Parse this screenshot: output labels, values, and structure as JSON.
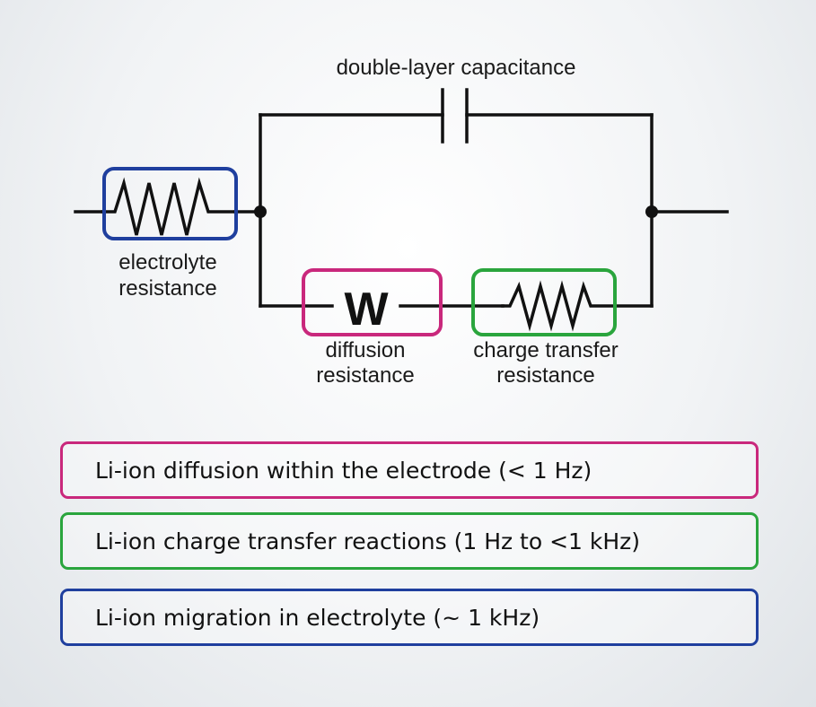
{
  "diagram": {
    "labels": {
      "capacitance": "double-layer capacitance",
      "electrolyte_line1": "electrolyte",
      "electrolyte_line2": "resistance",
      "diffusion_line1": "diffusion",
      "diffusion_line2": "resistance",
      "charge_line1": "charge transfer",
      "charge_line2": "resistance",
      "warburg_symbol": "W"
    },
    "colors": {
      "electrolyte": "#1f3f9e",
      "diffusion": "#c9287c",
      "charge_transfer": "#2aa53d",
      "wire": "#111111"
    }
  },
  "legend": {
    "diffusion": "Li-ion diffusion within the electrode (< 1 Hz)",
    "charge_transfer": "Li-ion charge transfer reactions (1 Hz to <1 kHz)",
    "migration": "Li-ion migration in electrolyte (~ 1 kHz)"
  }
}
